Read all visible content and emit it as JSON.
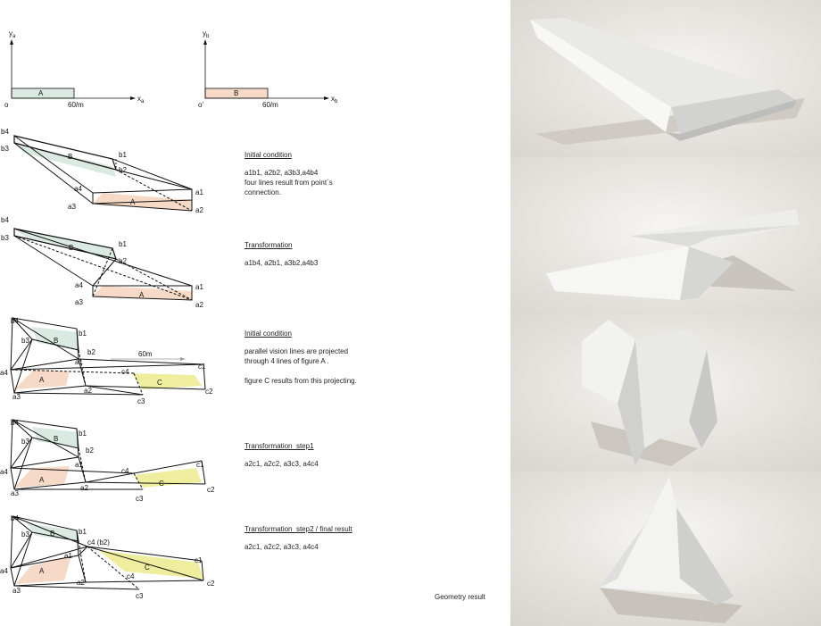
{
  "axes": [
    {
      "y_label": "y",
      "y_sub": "a",
      "x_label": "x",
      "x_sub": "a",
      "origin": "o",
      "length_label": "60/m",
      "figure": "A"
    },
    {
      "y_label": "y",
      "y_sub": "b",
      "x_label": "x",
      "x_sub": "b",
      "origin": "o'",
      "length_label": "60/m",
      "figure": "B"
    }
  ],
  "steps": [
    {
      "title": "Initial condition",
      "body": [
        "a1b1, a2b2, a3b3,a4b4",
        "four lines result from point`s",
        "connection."
      ]
    },
    {
      "title": "Transformation",
      "body": [
        "a1b4, a2b1, a3b2,a4b3"
      ]
    },
    {
      "title": "Initial condition",
      "body": [
        "parallel vision lines are projected",
        "through 4 lines of figure A .",
        "",
        "figure C results from this projecting."
      ]
    },
    {
      "title": "Transformation_step1",
      "body": [
        "a2c1, a2c2, a3c3, a4c4"
      ]
    },
    {
      "title": "Transformation_step2 / final result",
      "body": [
        "a2c1, a2c2, a3c3, a4c4"
      ]
    }
  ],
  "diagram_labels": {
    "a1": "a1",
    "a2": "a2",
    "a3": "a3",
    "a4": "a4",
    "b1": "b1",
    "b2": "b2",
    "b3": "b3",
    "b4": "b4",
    "c1": "c1",
    "c2": "c2",
    "c3": "c3",
    "c4": "c4",
    "c4b2": "c4 (b2)",
    "A": "A",
    "B": "B",
    "C": "C",
    "dist": "60m"
  },
  "footer": {
    "geometry_result": "Geometry result"
  },
  "colors": {
    "figure_a": "#f6d9c6",
    "figure_b": "#dbe9e3",
    "figure_c": "#eeee9e",
    "line": "#111111",
    "panel_bg": "#f1eeea"
  }
}
